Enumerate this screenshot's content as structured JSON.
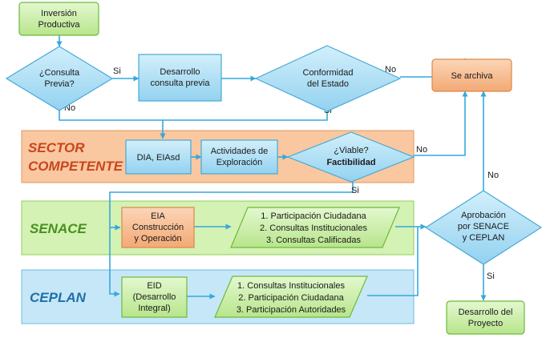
{
  "lanes": {
    "sector": "SECTOR",
    "sector_2": "COMPETENTE",
    "senace": "SENACE",
    "ceplan": "CEPLAN"
  },
  "nodes": {
    "inversion": [
      "Inversión",
      "Productiva"
    ],
    "consulta_previa": [
      "¿Consulta",
      "Previa?"
    ],
    "desarrollo_consulta": [
      "Desarrollo",
      "consulta previa"
    ],
    "conformidad": [
      "Conformidad",
      "del Estado"
    ],
    "se_archiva": "Se archiva",
    "dia": "DIA, EIAsd",
    "actividades": [
      "Actividades de",
      "Exploración"
    ],
    "viable": "¿Viable?",
    "factibilidad": "Factibilidad",
    "eia": [
      "EIA",
      "Construcción",
      "y Operación"
    ],
    "senace_list": [
      "1. Participación Ciudadana",
      "2. Consultas Institucionales",
      "3. Consultas Calificadas"
    ],
    "eid": [
      "EID",
      "(Desarrollo",
      "Integral)"
    ],
    "ceplan_list": [
      "1. Consultas Institucionales",
      "2. Participación Ciudadana",
      "3. Participación Autoridades"
    ],
    "aprobacion": [
      "Aprobación",
      "por SENACE",
      "y CEPLAN"
    ],
    "desarrollo_proyecto": [
      "Desarrollo del",
      "Proyecto"
    ]
  },
  "edge_labels": {
    "si_consulta": "Si",
    "no_consulta": "No",
    "no_conformidad": "No",
    "si_conformidad": "Si",
    "no_viable": "No",
    "si_viable": "Si",
    "no_aprobacion": "No",
    "si_aprobacion": "Si"
  },
  "colors": {
    "green_fill": "#c9efa8",
    "green_stroke": "#6dba3a",
    "blue_fill": "#a9dcf4",
    "blue_stroke": "#46a9d6",
    "orange_fill": "#f6b98a",
    "orange_stroke": "#d9894a",
    "edge": "#35a8dc",
    "sector_title": "#c8461e",
    "senace_title": "#4a8f1f",
    "ceplan_title": "#1f6fa8"
  }
}
